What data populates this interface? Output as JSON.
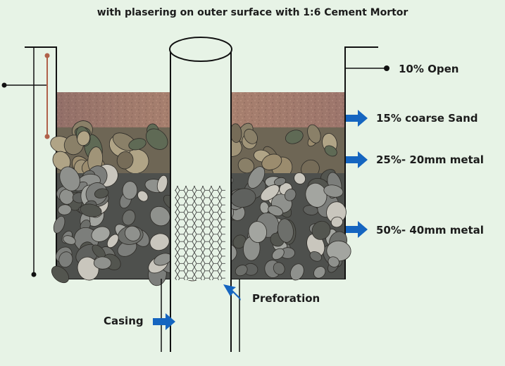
{
  "diagram": {
    "title": "with plasering on outer surface with 1:6 Cement Mortor",
    "labels": {
      "open": "10% Open",
      "coarse_sand": "15% coarse Sand",
      "metal_20mm": "25%- 20mm metal",
      "metal_40mm": "50%- 40mm metal",
      "perforation": "Preforation",
      "casing": "Casing"
    }
  },
  "colors": {
    "background": "#e7f3e6",
    "arrow": "#1565c0",
    "line": "#111111",
    "scale_bar": "#b0614a",
    "sand": "#9a7469",
    "metal_20mm": "#857a62",
    "metal_40mm": "#6f706c"
  }
}
